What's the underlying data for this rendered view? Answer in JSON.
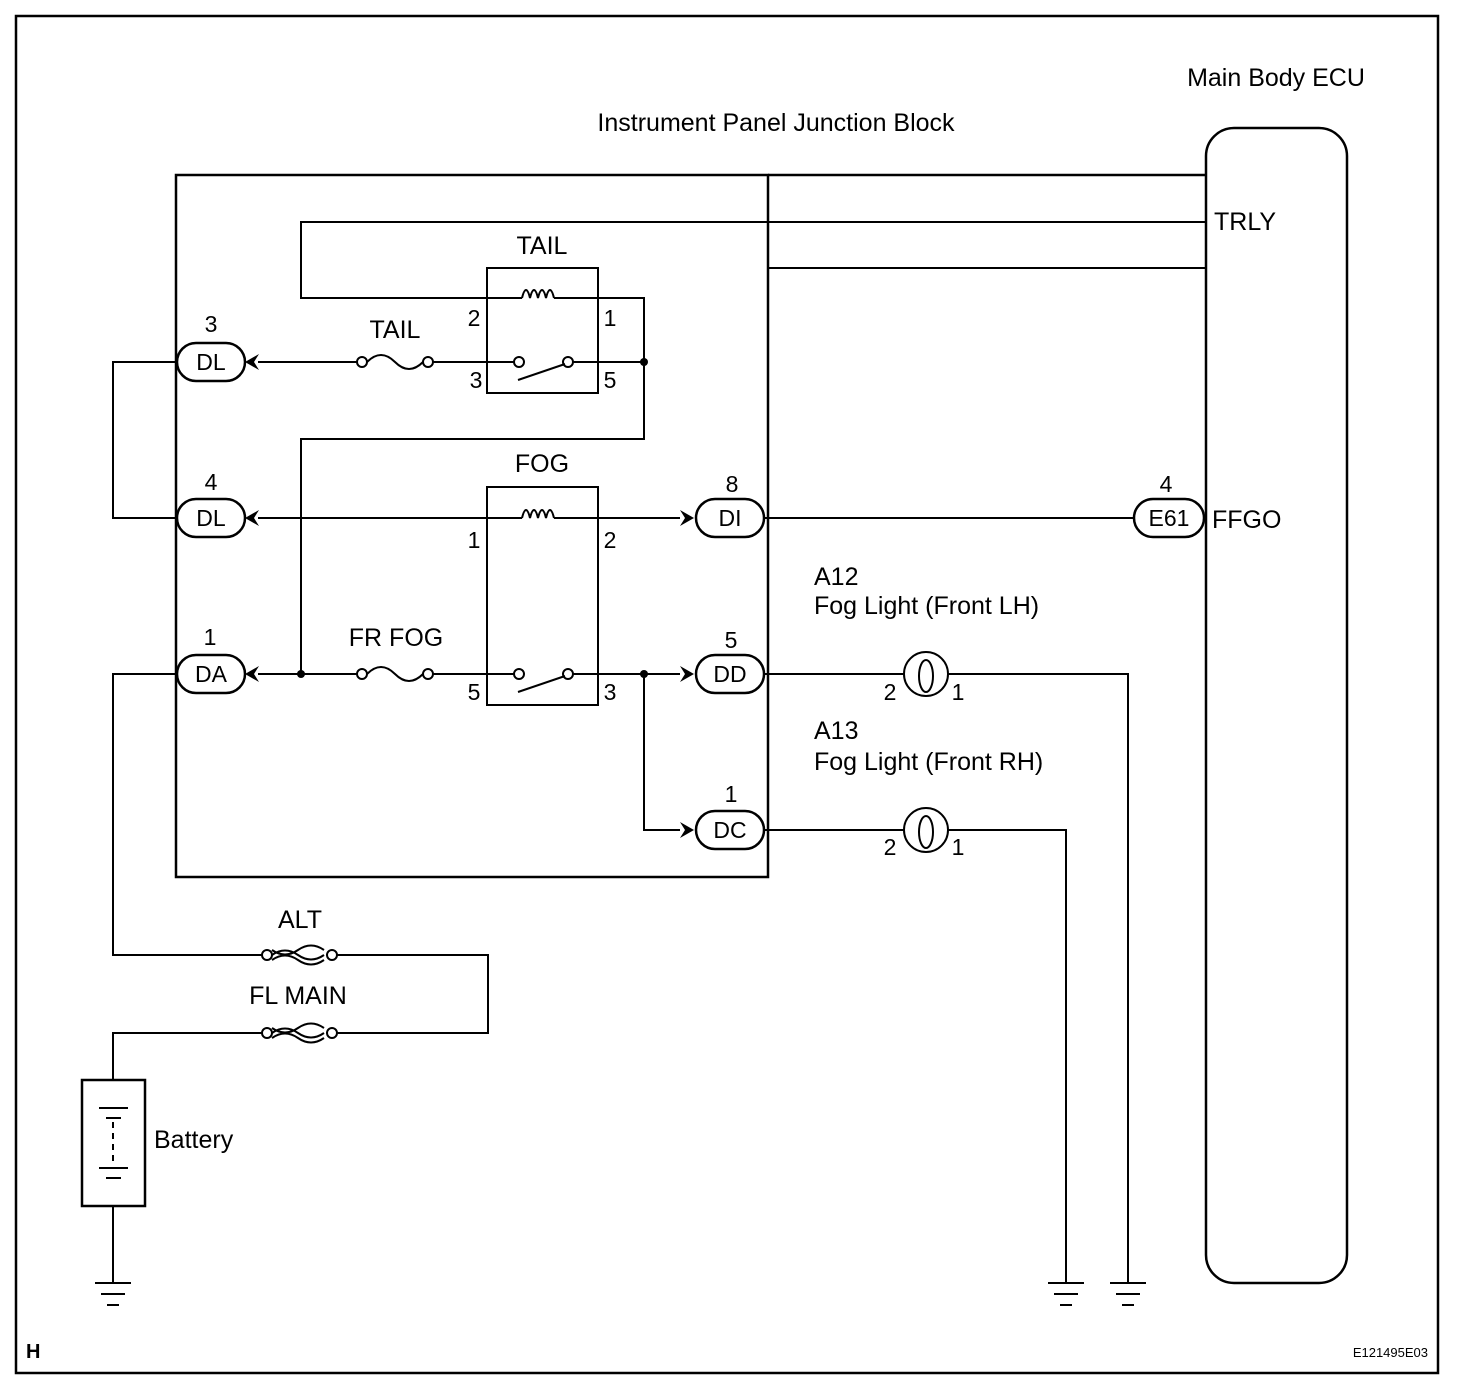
{
  "labels": {
    "main_ecu": "Main Body ECU",
    "junction_block": "Instrument Panel Junction Block",
    "trly": "TRLY",
    "ffgo": "FFGO",
    "relay_tail": "TAIL",
    "fuse_tail": "TAIL",
    "relay_fog": "FOG",
    "fuse_fr_fog": "FR FOG",
    "a12_code": "A12",
    "a12_name": "Fog Light (Front LH)",
    "a13_code": "A13",
    "a13_name": "Fog Light (Front RH)",
    "fuse_alt": "ALT",
    "fuse_fl_main": "FL MAIN",
    "battery": "Battery",
    "corner": "H",
    "figure_id": "E121495E03"
  },
  "connectors": {
    "dl3": {
      "code": "DL",
      "pin": "3"
    },
    "dl4": {
      "code": "DL",
      "pin": "4"
    },
    "da1": {
      "code": "DA",
      "pin": "1"
    },
    "di8": {
      "code": "DI",
      "pin": "8"
    },
    "dd5": {
      "code": "DD",
      "pin": "5"
    },
    "dc1": {
      "code": "DC",
      "pin": "1"
    },
    "e61": {
      "code": "E61",
      "pin": "4"
    }
  },
  "pins": {
    "tail_relay": {
      "p2": "2",
      "p1": "1",
      "p3": "3",
      "p5": "5"
    },
    "fog_relay": {
      "p1": "1",
      "p2": "2",
      "p5": "5",
      "p3": "3"
    },
    "a12": {
      "p2": "2",
      "p1": "1"
    },
    "a13": {
      "p2": "2",
      "p1": "1"
    }
  }
}
